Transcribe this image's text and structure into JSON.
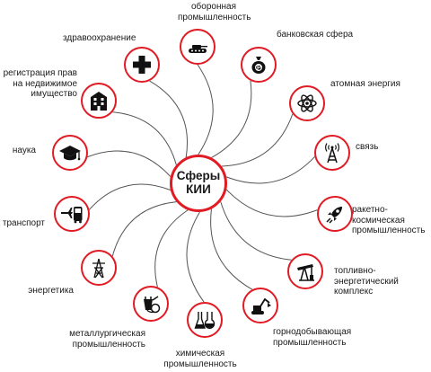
{
  "hub": {
    "label": "Сферы\nКИИ"
  },
  "spheres": [
    {
      "key": "defense",
      "label": "оборонная\nпромышленность",
      "icon": "tank-icon"
    },
    {
      "key": "banking",
      "label": "банковская сфера",
      "icon": "money-bag-icon"
    },
    {
      "key": "nuclear",
      "label": "атомная энергия",
      "icon": "atom-icon"
    },
    {
      "key": "telecom",
      "label": "связь",
      "icon": "radio-tower-icon"
    },
    {
      "key": "rocket",
      "label": "ракетно-\nкосмическая\nпромышленность",
      "icon": "rocket-icon"
    },
    {
      "key": "fuel",
      "label": "топливно-\nэнергетический\nкомплекс",
      "icon": "oil-pump-icon"
    },
    {
      "key": "mining",
      "label": "горнодобывающая\nпромышленность",
      "icon": "excavator-icon"
    },
    {
      "key": "chemical",
      "label": "химическая\nпромышленность",
      "icon": "flask-icon"
    },
    {
      "key": "metallurgy",
      "label": "металлургическая\nпромышленность",
      "icon": "ladle-icon"
    },
    {
      "key": "energy",
      "label": "энергетика",
      "icon": "power-pylon-icon"
    },
    {
      "key": "transport",
      "label": "транспорт",
      "icon": "plane-bus-icon"
    },
    {
      "key": "science",
      "label": "наука",
      "icon": "graduation-cap-icon"
    },
    {
      "key": "registry",
      "label": "регистрация прав\nна недвижимое\nимущество",
      "icon": "building-icon"
    },
    {
      "key": "healthcare",
      "label": "здравоохранение",
      "icon": "medical-cross-icon"
    }
  ],
  "colors": {
    "accent": "#e01b24",
    "spoke": "#555555",
    "icon": "#111111"
  }
}
